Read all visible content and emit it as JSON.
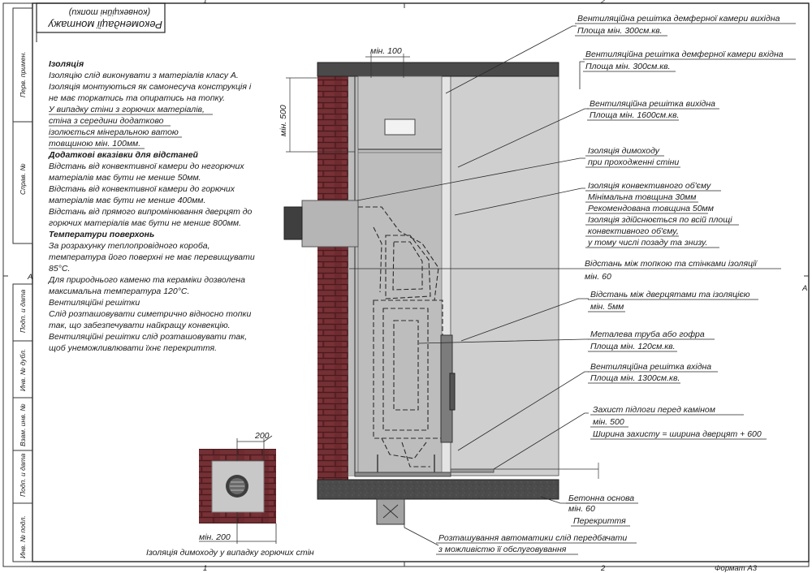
{
  "title_block": {
    "line1": "Рекомендації монтажу",
    "line2": "(конвекційні топки)"
  },
  "sheet": {
    "zone_top_1": "1",
    "zone_top_2": "2",
    "zone_bottom_1": "1",
    "zone_bottom_2": "2",
    "zone_left_a": "A",
    "zone_right_a": "A",
    "format_label": "Формат А3"
  },
  "side_stamp": {
    "perv_primen": "Перв. примен.",
    "sprav_no": "Справ. №",
    "podp_data_1": "Подп. и дата",
    "inv_dubl": "Инв. № дубл.",
    "vzam_inv": "Взам. инв. №",
    "podp_data_2": "Подп. и дата",
    "inv_podl": "Инв. № подл."
  },
  "notes": {
    "isolation_head": "Ізоляція",
    "iso_1": "Ізоляцію слід виконувати з матеріалів класу А.",
    "iso_2": "Ізоляція монтуються як самонесуча конструкція і",
    "iso_3": "не має торкатись та опиратись на топку.",
    "iso_4": "У випадку стіни з горючих матеріалів,",
    "iso_5": "стіна з середини додатково",
    "iso_6": "ізолюється мінеральною ватою",
    "iso_7": "товщиною мін. 100мм.",
    "dist_head": "Додаткові вказівки для відстаней",
    "dist_1": "Відстань від конвективної камери до негорючих",
    "dist_2": "матеріалів має бути не менше 50мм.",
    "dist_3": "Відстань від конвективної камери до горючих",
    "dist_4": "матеріалів має бути не менше 400мм.",
    "dist_5": "Відстань від прямого випромінювання дверцят до",
    "dist_6": "горючих матеріалів має бути не менше 800мм.",
    "temp_head": "Температури поверхонь",
    "temp_1": "За розрахунку теплопровідного короба,",
    "temp_2": "температура його поверхні не має перевищувати",
    "temp_3": "85°С.",
    "temp_4": "Для природнього каменю та кераміки дозволена",
    "temp_5": "максимальна температура 120°С.",
    "vent_head": "Вентиляційні решітки",
    "vent_1": "Слід розташовувати симетрично відносно топки",
    "vent_2": "так, що забезпечувати найкращу конвекцію.",
    "vent_3": "Вентиляційні решітки слід розташовувати так,",
    "vent_4": "щоб унеможливлювати їхнє перекриття."
  },
  "dimensions": {
    "min100": "мін. 100",
    "min500": "мін. 500",
    "d200": "200",
    "min200": "мін. 200",
    "chimney_caption": "Ізоляція димоходу у випадку горючих стін"
  },
  "callouts": {
    "c1_l1": "Вентиляційна решітка демферної камери вихідна",
    "c1_l2": "Площа мін. 300см.кв.",
    "c2_l1": "Вентиляційна решітка демферної камери вхідна",
    "c2_l2": "Площа мін. 300см.кв.",
    "c3_l1": "Вентиляційна решітка вихідна",
    "c3_l2": "Площа мін. 1600см.кв.",
    "c4_l1": "Ізоляція димоходу",
    "c4_l2": "при проходженні стіни",
    "c5_l1": "Ізоляція конвективного об'єму",
    "c5_l2": "Мінімальна товщина 30мм",
    "c5_l3": "Рекомендована товщина 50мм",
    "c5_l4": "Ізоляція здійснюється по всій площі",
    "c5_l5": "конвективного об'єму,",
    "c5_l6": "у тому числі позаду та знизу.",
    "c6_l1": "Відстань між топкою та стінками ізоляції",
    "c6_l2": "мін. 60",
    "c7_l1": "Відстань між дверцятами та ізоляцією",
    "c7_l2": "мін. 5мм",
    "c8_l1": "Металева труба або гофра",
    "c8_l2": "Площа мін. 120см.кв.",
    "c9_l1": "Вентиляційна решітка вхідна",
    "c9_l2": "Площа мін. 1300см.кв.",
    "c10_l1": "Захист підлоги перед каміном",
    "c10_l2": "мін. 500",
    "c10_l3": "Ширина захисту = ширина дверцят + 600",
    "c11_l1": "Бетонна основа",
    "c11_l2": "мін. 60",
    "c12": "Перекриття",
    "c13_l1": "Розташування автоматики слід передбачати",
    "c13_l2": "з можливістю її обслуговування"
  }
}
